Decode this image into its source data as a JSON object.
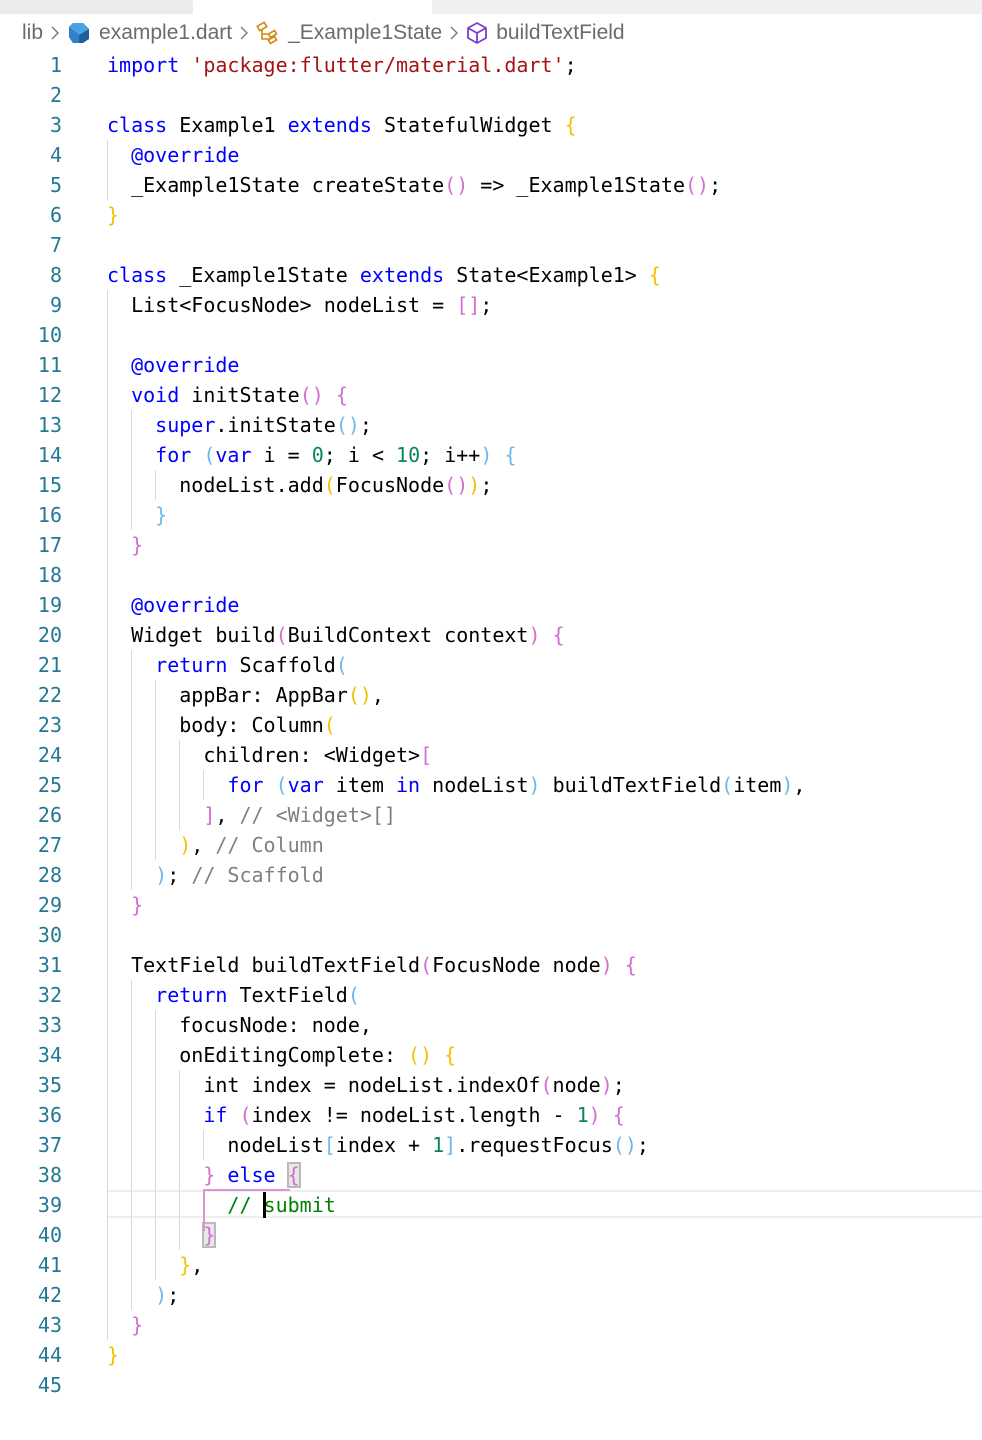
{
  "tabstrip": {
    "active_tab_hint": "editor-tab"
  },
  "breadcrumb": {
    "items": [
      {
        "label": "lib",
        "icon": null
      },
      {
        "label": "example1.dart",
        "icon": "dart-file-icon"
      },
      {
        "label": "_Example1State",
        "icon": "class-icon"
      },
      {
        "label": "buildTextField",
        "icon": "method-icon"
      }
    ],
    "separator": ">"
  },
  "editor": {
    "language": "dart",
    "current_line": 39,
    "cursor": {
      "line": 39,
      "column": 13
    },
    "colors": {
      "line_number": "#237893",
      "keyword": "#0000ff",
      "string": "#a31515",
      "number": "#098658",
      "comment": "#008000",
      "inlay_hint": "#808080",
      "bracket_level_1": "#f2c200",
      "bracket_level_2": "#d16ed1",
      "bracket_level_3": "#6cb8ec"
    },
    "lines": [
      "import 'package:flutter/material.dart';",
      "",
      "class Example1 extends StatefulWidget {",
      "  @override",
      "  _Example1State createState() => _Example1State();",
      "}",
      "",
      "class _Example1State extends State<Example1> {",
      "  List<FocusNode> nodeList = [];",
      "",
      "  @override",
      "  void initState() {",
      "    super.initState();",
      "    for (var i = 0; i < 10; i++) {",
      "      nodeList.add(FocusNode());",
      "    }",
      "  }",
      "",
      "  @override",
      "  Widget build(BuildContext context) {",
      "    return Scaffold(",
      "      appBar: AppBar(),",
      "      body: Column(",
      "        children: <Widget>[",
      "          for (var item in nodeList) buildTextField(item),",
      "        ], // <Widget>[]",
      "      ), // Column",
      "    ); // Scaffold",
      "  }",
      "",
      "  TextField buildTextField(FocusNode node) {",
      "    return TextField(",
      "      focusNode: node,",
      "      onEditingComplete: () {",
      "        int index = nodeList.indexOf(node);",
      "        if (index != nodeList.length - 1) {",
      "          nodeList[index + 1].requestFocus();",
      "        } else {",
      "          // submit",
      "        }",
      "      },",
      "    );",
      "  }",
      "}",
      ""
    ]
  }
}
